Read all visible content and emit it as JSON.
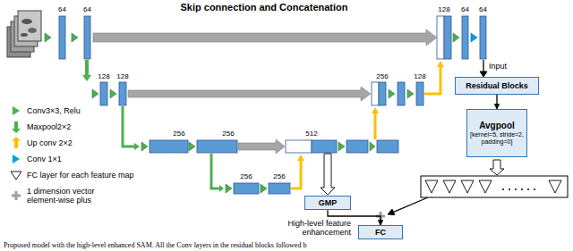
{
  "diagram": {
    "caption": "Proposed model with the high-level enhanced SAM. All the Conv layers in the residual blocks followed b",
    "nodes": [
      {
        "text": [
          "Residual Blocks"
        ]
      },
      {
        "text": [
          "Avgpool",
          "[kernel=5, stride=2, padding=0]"
        ]
      },
      {
        "text": [
          "GMP"
        ]
      },
      {
        "text": [
          "FC"
        ]
      }
    ],
    "edges": [
      {
        "from": 0,
        "to": 1,
        "arrow": "to"
      },
      {
        "from": 2,
        "to": 3,
        "arrow": "to"
      }
    ],
    "labels": [
      "64",
      "64",
      "Skip connection and Concatenation",
      "128",
      "64",
      "64",
      "128",
      "128",
      "256",
      "128",
      "256",
      "256",
      "512",
      "256",
      "256",
      "Input",
      "High-level feature enhancement"
    ],
    "legend": [
      {
        "text": "Conv3×3, Relu"
      },
      {
        "text": "Maxpool2×2"
      },
      {
        "text": "Up conv 2×2"
      },
      {
        "text": "Conv 1×1"
      },
      {
        "text": "FC layer for each feature map"
      },
      {
        "text": "1 dimension vector element-wise plus"
      }
    ]
  }
}
